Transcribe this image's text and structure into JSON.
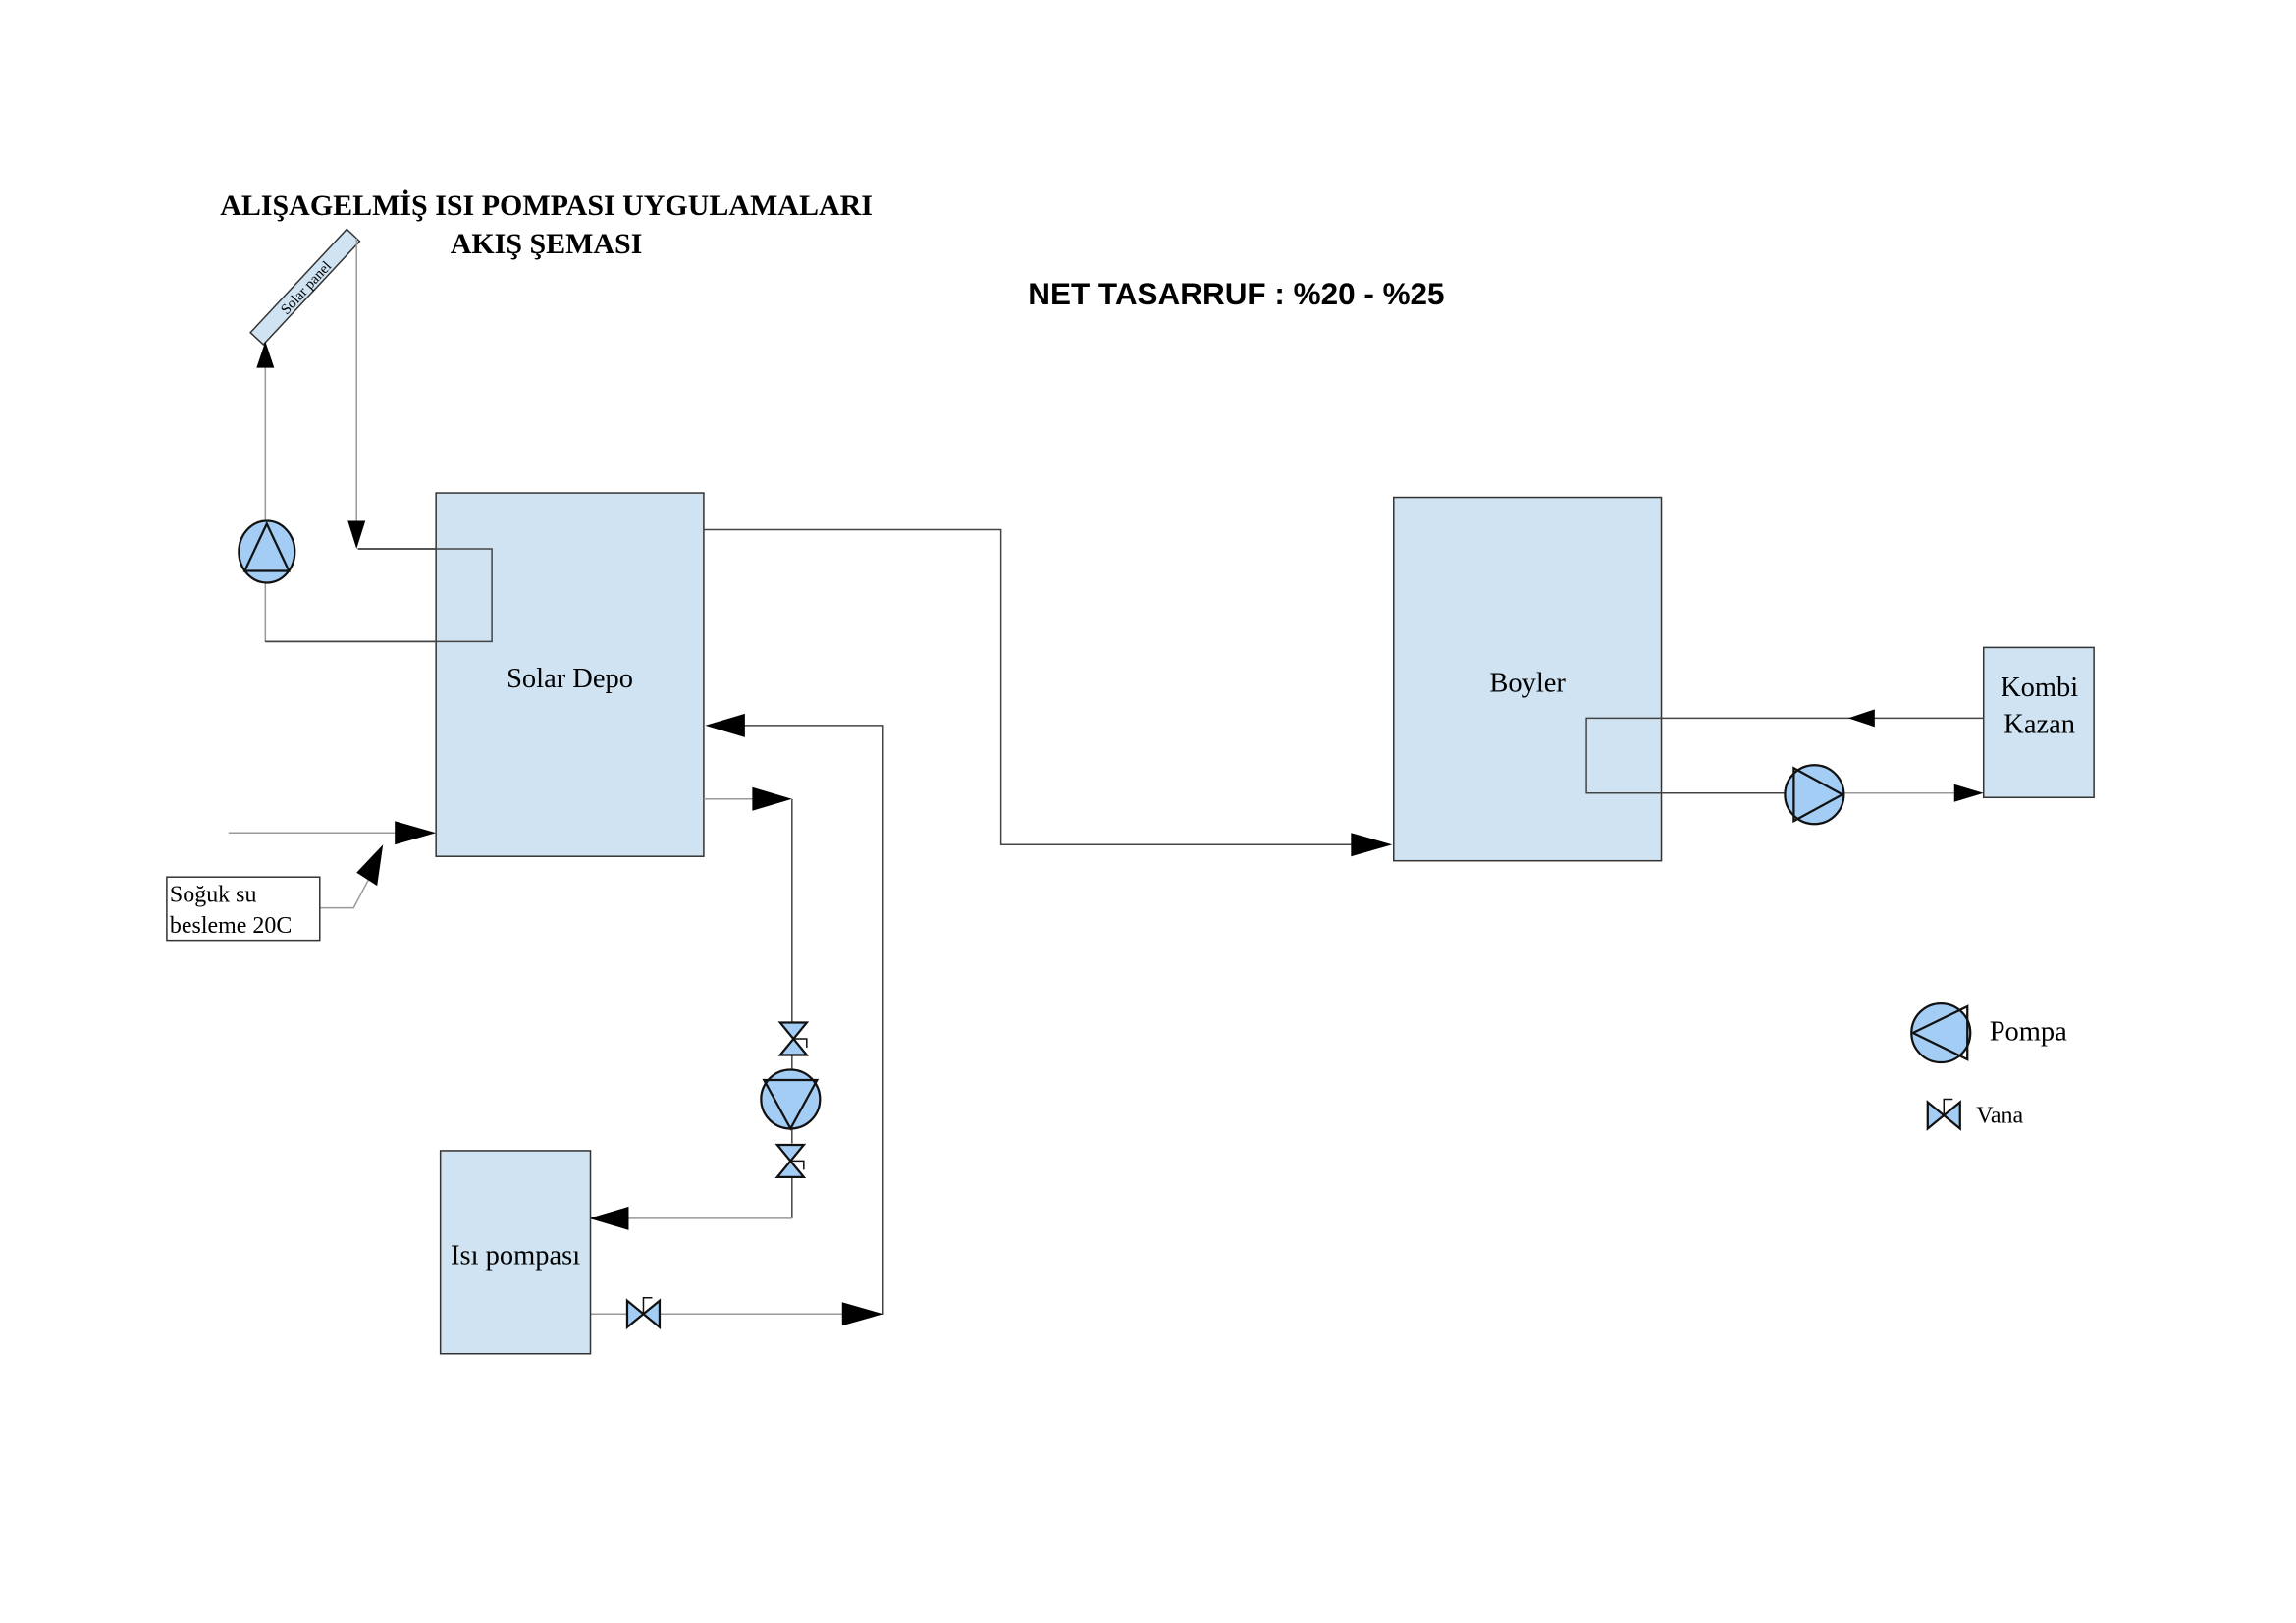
{
  "title": {
    "line1": "ALIŞAGELMİŞ ISI POMPASI UYGULAMALARI",
    "line2": "AKIŞ ŞEMASI"
  },
  "savings": "NET TASARRUF : %20 - %25",
  "components": {
    "solar_panel": "Solar panel",
    "solar_depo": "Solar Depo",
    "boyler": "Boyler",
    "kombi_line1": "Kombi",
    "kombi_line2": "Kazan",
    "isi_pompasi": "Isı pompası",
    "cold_water_line1": "Soğuk su",
    "cold_water_line2": "besleme 20C"
  },
  "legend": {
    "pump": "Pompa",
    "valve": "Vana"
  },
  "colors": {
    "tank": "#cfe3f2",
    "device": "#a3cdf5"
  }
}
